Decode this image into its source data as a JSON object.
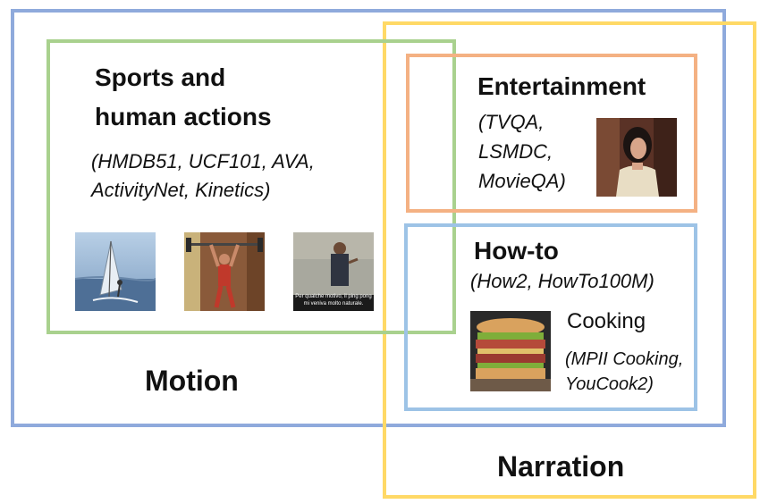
{
  "regions": {
    "motion": {
      "label": "Motion"
    },
    "narration": {
      "label": "Narration"
    }
  },
  "sports": {
    "title_line1": "Sports and",
    "title_line2": "human actions",
    "datasets_line1": "(HMDB51, UCF101, AVA,",
    "datasets_line2": "ActivityNet, Kinetics)",
    "images": [
      "windsurfing-image",
      "weightlifting-image",
      "ping-pong-image"
    ],
    "pingpong_caption_line1": "Per qualche motivo, il ping pong",
    "pingpong_caption_line2": "mi veniva molto naturale."
  },
  "entertainment": {
    "title": "Entertainment",
    "datasets_line1": "(TVQA,",
    "datasets_line2": "LSMDC,",
    "datasets_line3": "MovieQA)"
  },
  "howto": {
    "title": "How-to",
    "datasets": "(How2, HowTo100M)",
    "cooking": {
      "title": "Cooking",
      "datasets_line1": "(MPII Cooking,",
      "datasets_line2": "YouCook2)"
    }
  },
  "colors": {
    "motion": "#8faadc",
    "narration": "#ffd966",
    "sports": "#a9d18e",
    "entertainment": "#f4b183",
    "howto": "#9dc3e6"
  }
}
